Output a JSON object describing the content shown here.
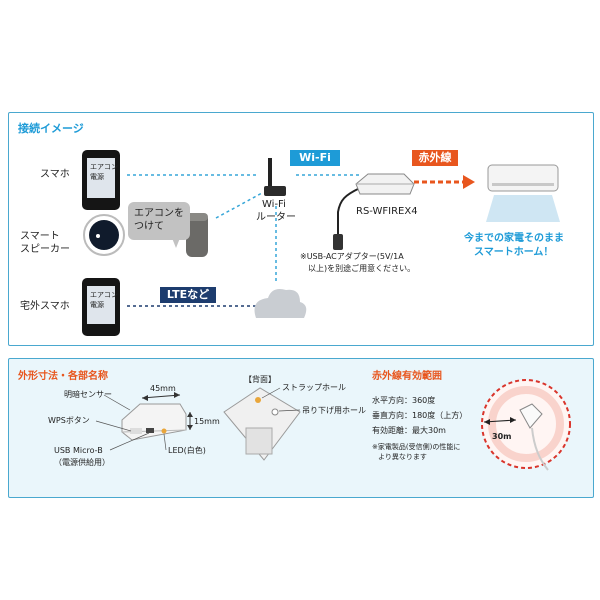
{
  "top_panel": {
    "title": "接続イメージ",
    "devices": {
      "smartphone_label": "スマホ",
      "speaker_label_line1": "スマート",
      "speaker_label_line2": "スピーカー",
      "remote_phone_label": "宅外スマホ",
      "phone_screen_text": "エアコン\n電源",
      "speech_bubble_text": "エアコンを\nつけて"
    },
    "router_label_line1": "Wi-Fi",
    "router_label_line2": "ルーター",
    "wifi_badge": "Wi-Fi",
    "infrared_badge": "赤外線",
    "lte_badge": "LTEなど",
    "product_name": "RS-WFIREX4",
    "adapter_note_line1": "※USB-ACアダプター(5V/1A",
    "adapter_note_line2": "以上)を別途ご用意ください。",
    "tagline_line1": "今までの家電そのまま",
    "tagline_line2": "スマートホーム！"
  },
  "bottom_panel": {
    "dimensions_title": "外形寸法・各部名称",
    "width_label": "45mm",
    "height_label": "15mm",
    "parts": {
      "light_sensor": "明暗センサー",
      "wps_button": "WPSボタン",
      "usb_line1": "USB Micro-B",
      "usb_line2": "（電源供給用）",
      "led": "LED(白色)",
      "back_label": "【背面】",
      "strap_hole": "ストラップホール",
      "hanging_hole": "吊り下げ用ホール"
    },
    "range_title": "赤外線有効範囲",
    "specs": {
      "horizontal": "水平方向：360度",
      "vertical": "垂直方向：180度（上方）",
      "distance": "有効距離：最大30m",
      "note_line1": "※家電製品(受信側)の性能に",
      "note_line2": "より異なります"
    },
    "range_label": "30m"
  },
  "colors": {
    "accent_blue": "#1e9bd7",
    "border_blue": "#4aa8cf",
    "infrared_orange": "#e8561e",
    "lte_navy": "#1d3c6e",
    "bottom_bg": "#eaf6fb",
    "range_red": "#d9342b"
  }
}
